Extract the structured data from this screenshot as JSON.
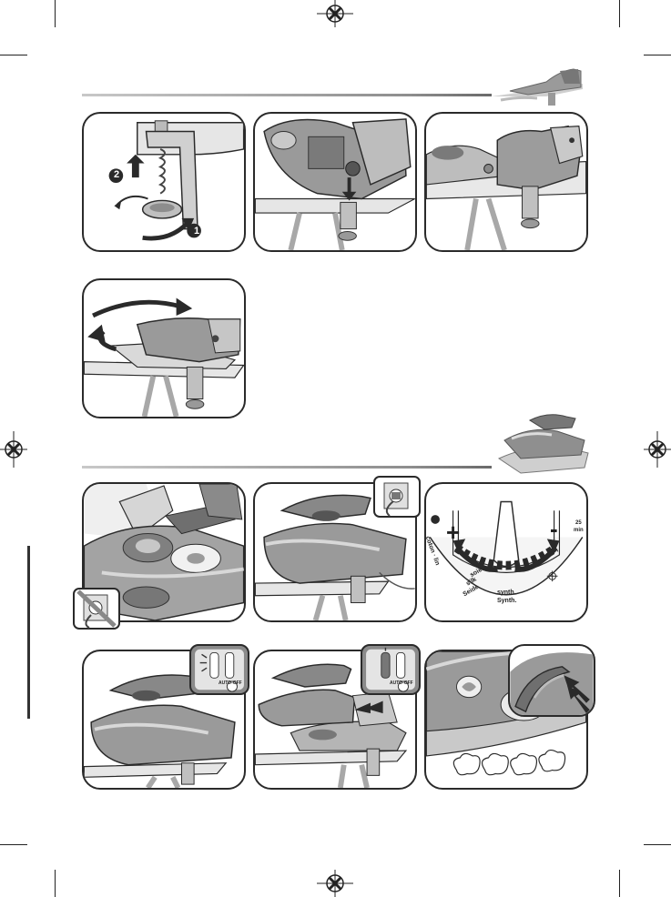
{
  "steps": {
    "step1": "2",
    "step2": "1"
  },
  "dial": {
    "plus": "+",
    "minus": "-",
    "silk_1": "soie",
    "silk_2": "silk",
    "silk_3": "Seide",
    "synth_1": "synth.",
    "synth_2": "Synth.",
    "time_1": "25",
    "time_2": "min",
    "vert_text": "coton · lin"
  },
  "indicator": {
    "auto_off": "AUTO-OFF",
    "auto_off_2": "AUTO-OFF"
  },
  "colors": {
    "outline": "#2a2a2a",
    "iron_gray": "#8a8a8a",
    "iron_light": "#bdbdbd",
    "iron_dark": "#555555",
    "table": "#e2e2e2",
    "leg": "#a8a8a8"
  }
}
